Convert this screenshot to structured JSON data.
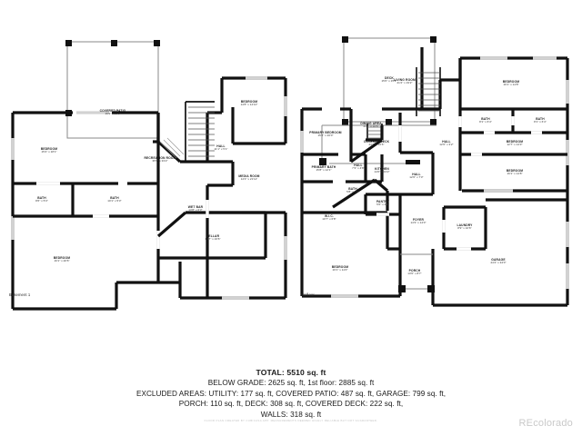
{
  "document": {
    "type": "floor-plan",
    "watermark": "REcolorado",
    "disclaimer": "FLOOR PLAN CREATED BY CUBICASA APP. MEASUREMENTS DEEMED HIGHLY RELIABLE BUT NOT GUARANTEED."
  },
  "summary": {
    "total": "TOTAL: 5510 sq. ft",
    "line1": "BELOW GRADE: 2625 sq. ft, 1st floor: 2885 sq. ft",
    "line2": "EXCLUDED AREAS: UTILITY: 177 sq. ft, COVERED PATIO: 487 sq. ft, GARAGE: 799 sq. ft,",
    "line3": "PORCH: 110 sq. ft, DECK: 308 sq. ft, COVERED DECK: 222 sq. ft,",
    "line4": "WALLS: 318 sq. ft"
  },
  "plans": [
    {
      "id": "basement",
      "caption": "Basement 1",
      "rooms": [
        {
          "name": "COVERED PATIO",
          "dim": "19'9\" x 21'1\""
        },
        {
          "name": "BEDROOM",
          "dim": "15'2\" x 18'1\""
        },
        {
          "name": "BATH",
          "dim": "8'6\" x 5'3\""
        },
        {
          "name": "BATH",
          "dim": "10'1\" x 5'3\""
        },
        {
          "name": "BEDROOM",
          "dim": "16'1\" x 20'6\""
        },
        {
          "name": "CELLAR",
          "dim": "10'7\" x 16'6\""
        },
        {
          "name": "RECREATION ROOM",
          "dim": "35'9\" x 33'2\""
        },
        {
          "name": "WET BAR",
          "dim": "13'8\" x 6'3\""
        },
        {
          "name": "BEDROOM",
          "dim": "14'8\" x 14'10\""
        },
        {
          "name": "HALL",
          "dim": "11'1\" x 5'1\""
        },
        {
          "name": "MEDIA ROOM",
          "dim": "14'4\" x 21'11\""
        }
      ]
    },
    {
      "id": "first-floor",
      "caption": "1st floor",
      "rooms": [
        {
          "name": "DECK",
          "dim": "15'0\" x 15'2\""
        },
        {
          "name": "COVERED DECK",
          "dim": "24'1\" x 10'6\""
        },
        {
          "name": "BEDROOM",
          "dim": "16'1\" x 14'8\""
        },
        {
          "name": "BATH",
          "dim": "8'1\" x 6'4\""
        },
        {
          "name": "BATH",
          "dim": "8'1\" x 6'4\""
        },
        {
          "name": "BEDROOM",
          "dim": "12'7\" x 14'3\""
        },
        {
          "name": "BEDROOM",
          "dim": "16'1\" x 14'8\""
        },
        {
          "name": "DINING AREA",
          "dim": "21'2\" x 10'6\""
        },
        {
          "name": "KITCHEN",
          "dim": "14'0\" x 13'2\""
        },
        {
          "name": "PANTRY",
          "dim": "5'6\" x 4'8\""
        },
        {
          "name": "HALL",
          "dim": "12'6\" x 3'2\""
        },
        {
          "name": "HALL",
          "dim": "12'6\" x 7'3\""
        },
        {
          "name": "LIVING ROOM",
          "dim": "21'2\" x 19'2\""
        },
        {
          "name": "PRIMARY BEDROOM",
          "dim": "15'2\" x 20'0\""
        },
        {
          "name": "PRIMARY BATH",
          "dim": "15'8\" x 12'1\""
        },
        {
          "name": "HALL",
          "dim": "7'3\" x 4'8\""
        },
        {
          "name": "BATH",
          "dim": "5'8\" x 4'8\""
        },
        {
          "name": "W.I.C.",
          "dim": "10'7\" x 6'8\""
        },
        {
          "name": "BEDROOM",
          "dim": "16'1\" x 11'0\""
        },
        {
          "name": "FOYER",
          "dim": "14'3\" x 14'0\""
        },
        {
          "name": "LAUNDRY",
          "dim": "8'9\" x 10'6\""
        },
        {
          "name": "PORCH",
          "dim": "13'6\" x 8'7\""
        },
        {
          "name": "GARAGE",
          "dim": "24'4\" x 34'0\""
        }
      ]
    }
  ]
}
